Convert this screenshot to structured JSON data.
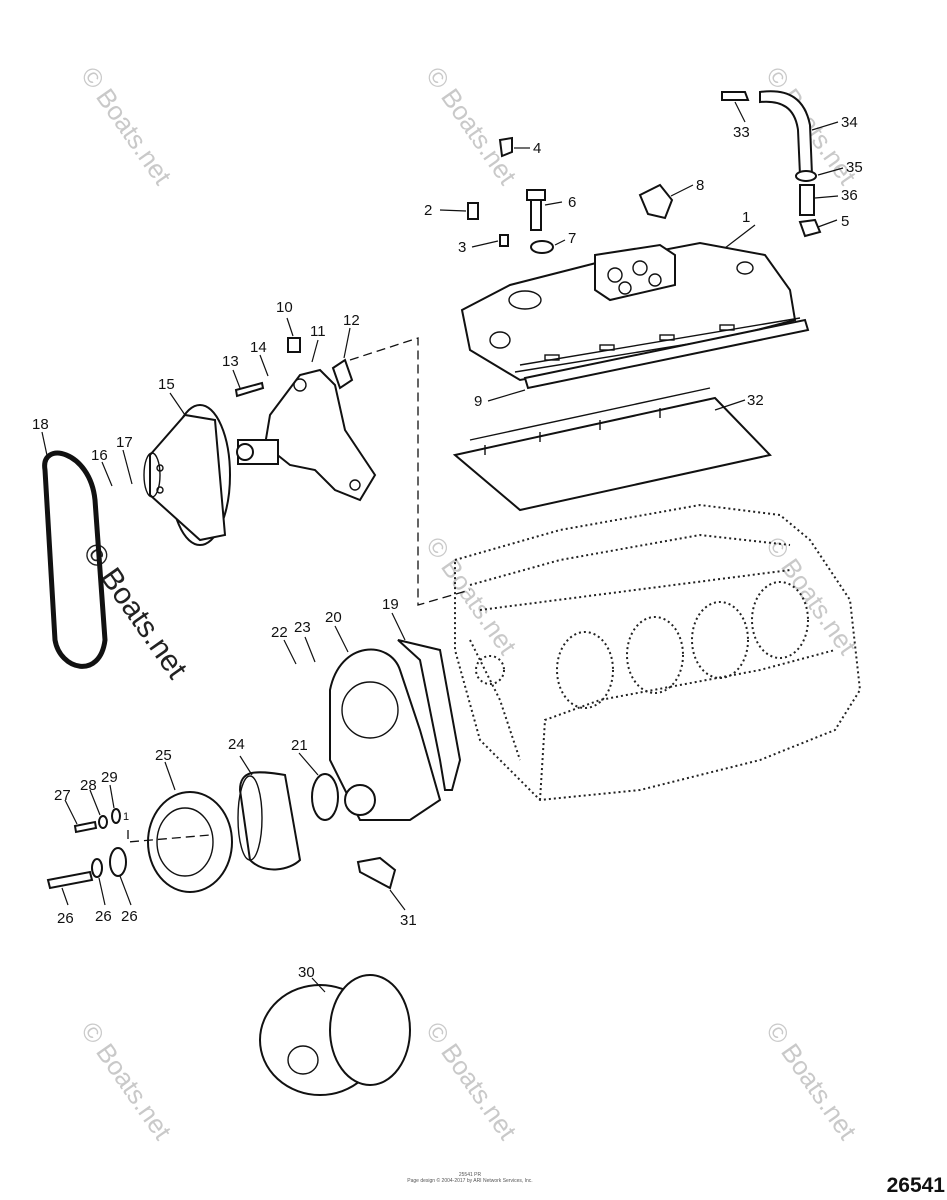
{
  "callouts": {
    "c1": "1",
    "c2": "2",
    "c3": "3",
    "c4": "4",
    "c5": "5",
    "c6": "6",
    "c7": "7",
    "c8": "8",
    "c9": "9",
    "c10": "10",
    "c11": "11",
    "c12": "12",
    "c13": "13",
    "c14": "14",
    "c15": "15",
    "c16": "16",
    "c17": "17",
    "c18": "18",
    "c19": "19",
    "c20": "20",
    "c21": "21",
    "c22": "22",
    "c23": "23",
    "c24": "24",
    "c25": "25",
    "c26a": "26",
    "c26b": "26",
    "c26c": "26",
    "c27": "27",
    "c28": "28",
    "c29": "29",
    "c30": "30",
    "c31": "31",
    "c32": "32",
    "c33": "33",
    "c34": "34",
    "c35": "35",
    "c36": "36",
    "c1b": "1"
  },
  "watermark": "© Boats.net",
  "footer": {
    "line1": "25541 PR",
    "line2": "Page design © 2004-2017 by ARI Network Services, Inc."
  },
  "diagram_number": "26541"
}
